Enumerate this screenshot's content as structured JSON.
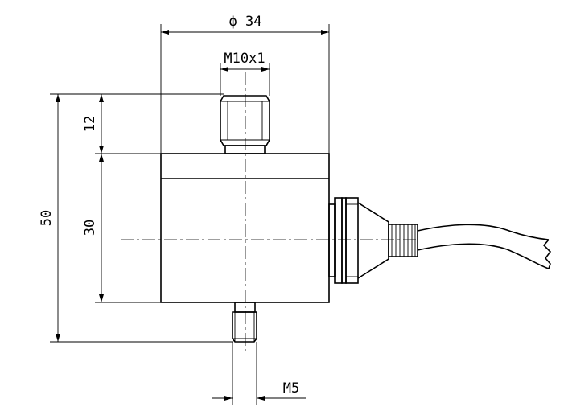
{
  "dimensions": {
    "outer_diameter": "ϕ 34",
    "top_thread": "M10x1",
    "top_stud_height": "12",
    "total_height": "50",
    "body_height": "30",
    "bottom_thread": "M5"
  }
}
